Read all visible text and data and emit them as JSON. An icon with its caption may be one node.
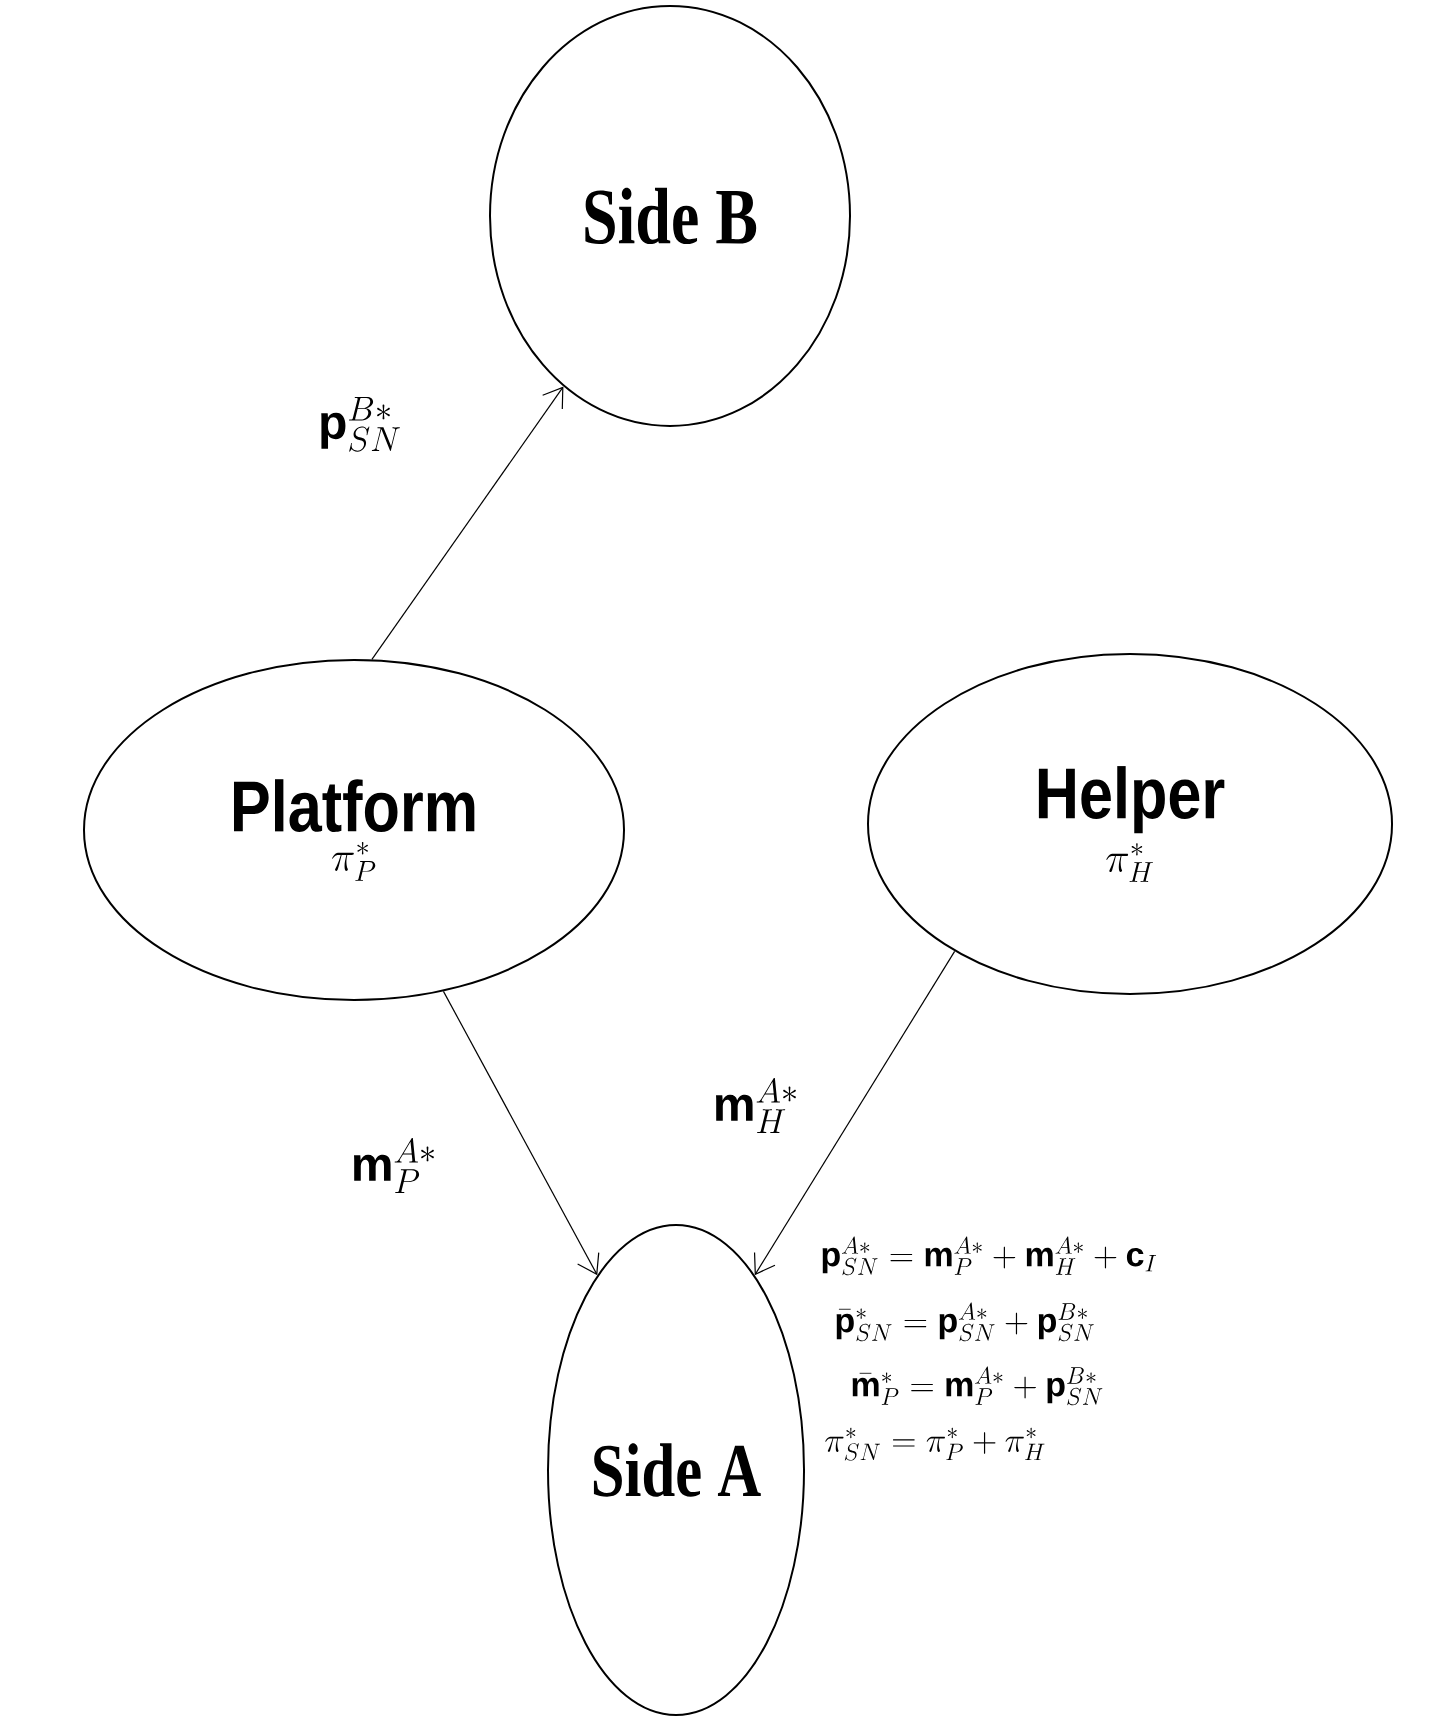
{
  "diagram": {
    "nodes": [
      {
        "text": [
          "Side B"
        ]
      },
      {
        "text": [
          "Platform",
          "\\pi_{P}^{*}"
        ]
      },
      {
        "text": [
          "Helper",
          "\\pi_{H}^{*}"
        ]
      },
      {
        "text": [
          "Side A"
        ]
      }
    ],
    "edges": [
      {
        "from": 1,
        "to": 0,
        "arrow": "to",
        "label": "\\mathbf{p}_{SN}^{B*}"
      },
      {
        "from": 1,
        "to": 3,
        "arrow": "to",
        "label": "\\mathbf{m}_{P}^{A*}"
      },
      {
        "from": 2,
        "to": 3,
        "arrow": "to",
        "label": "\\mathbf{m}_{H}^{A*}"
      }
    ],
    "labels": [
      "\\mathbf{p}_{SN}^{A*} = \\mathbf{m}_{P}^{A*} + \\mathbf{m}_{H}^{A*} + \\mathbf{c}_{I}",
      "\\bar{\\mathbf{p}}_{SN}^{*} = \\mathbf{p}_{SN}^{A*} + \\mathbf{p}_{SN}^{B*}",
      "\\bar{\\mathbf{m}}_{P}^{*} = \\mathbf{m}_{P}^{A*} + \\mathbf{p}_{SN}^{B*}",
      "\\pi_{SN}^{*} = \\pi_{P}^{*} + \\pi_{H}^{*}"
    ]
  }
}
